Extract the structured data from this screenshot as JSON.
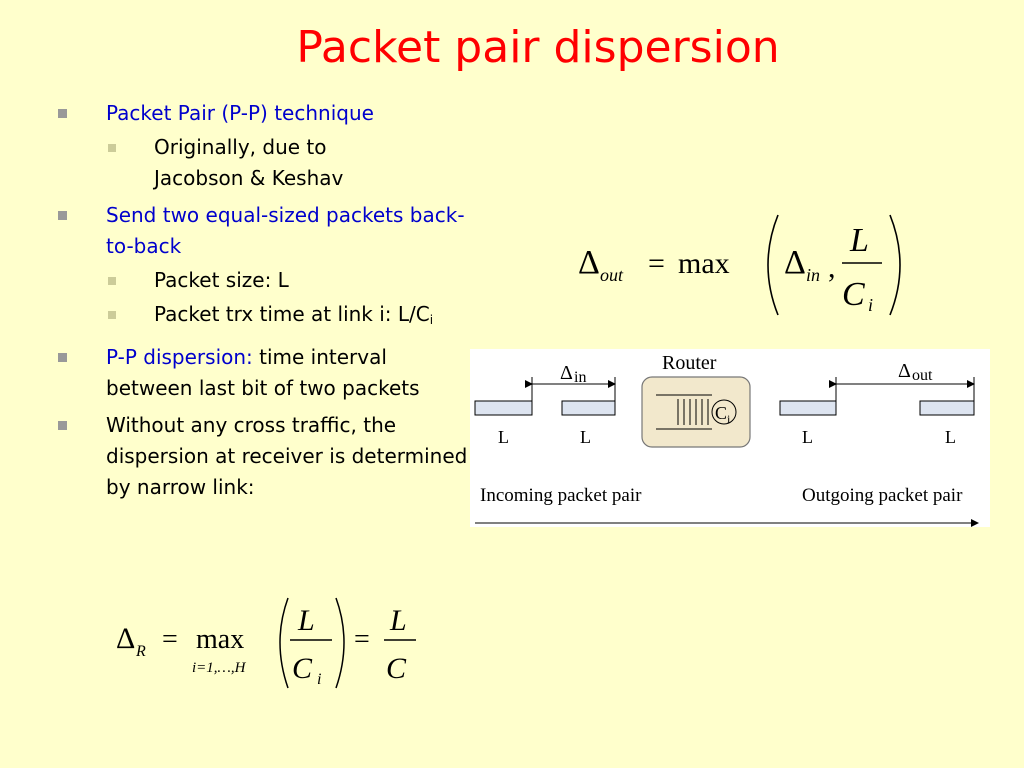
{
  "title": "Packet pair dispersion",
  "bullets": [
    {
      "text": "Packet Pair (P-P) technique",
      "sub": [
        {
          "text": "Originally, due to Jacobson & Keshav"
        }
      ]
    },
    {
      "text": "Send two equal-sized packets back-to-back",
      "sub": [
        {
          "text": "Packet size: L"
        },
        {
          "text_main": "Packet trx time at link i: L/C",
          "text_subscript": "i"
        }
      ]
    },
    {
      "highlight": "P-P dispersion:",
      "text": " time interval between last bit of two packets"
    },
    {
      "text": "Without any cross traffic, the dispersion at receiver is determined by narrow link:"
    }
  ],
  "formula_top": {
    "delta": "Δ",
    "delta_sub": "out",
    "eq": "=",
    "max": "max",
    "delta_in": "Δ",
    "delta_in_sub": "in",
    "comma": ",",
    "num": "L",
    "den": "C",
    "den_sub": "i"
  },
  "formula_bottom": {
    "delta": "Δ",
    "delta_sub": "R",
    "eq": "=",
    "max": "max",
    "max_under": "i=1,…,H",
    "num": "L",
    "den": "C",
    "den_sub": "i",
    "eq2": "=",
    "num2": "L",
    "den2": "C"
  },
  "diagram": {
    "delta_in": "Δ",
    "delta_in_sub": "in",
    "router_label": "Router",
    "capacity": "C",
    "capacity_sub": "i",
    "delta_out": "Δ",
    "delta_out_sub": "out",
    "packet_labels": [
      "L",
      "L",
      "L",
      "L"
    ],
    "incoming_label": "Incoming packet pair",
    "outgoing_label": "Outgoing packet pair",
    "colors": {
      "router_fill": "#f2e8cc",
      "packet_fill": "#dde4f0"
    }
  },
  "colors": {
    "background": "#ffffcc",
    "title": "#ff0000",
    "accent_text": "#0000cc",
    "bullet": "#999999",
    "sub_bullet": "#cccc99"
  }
}
